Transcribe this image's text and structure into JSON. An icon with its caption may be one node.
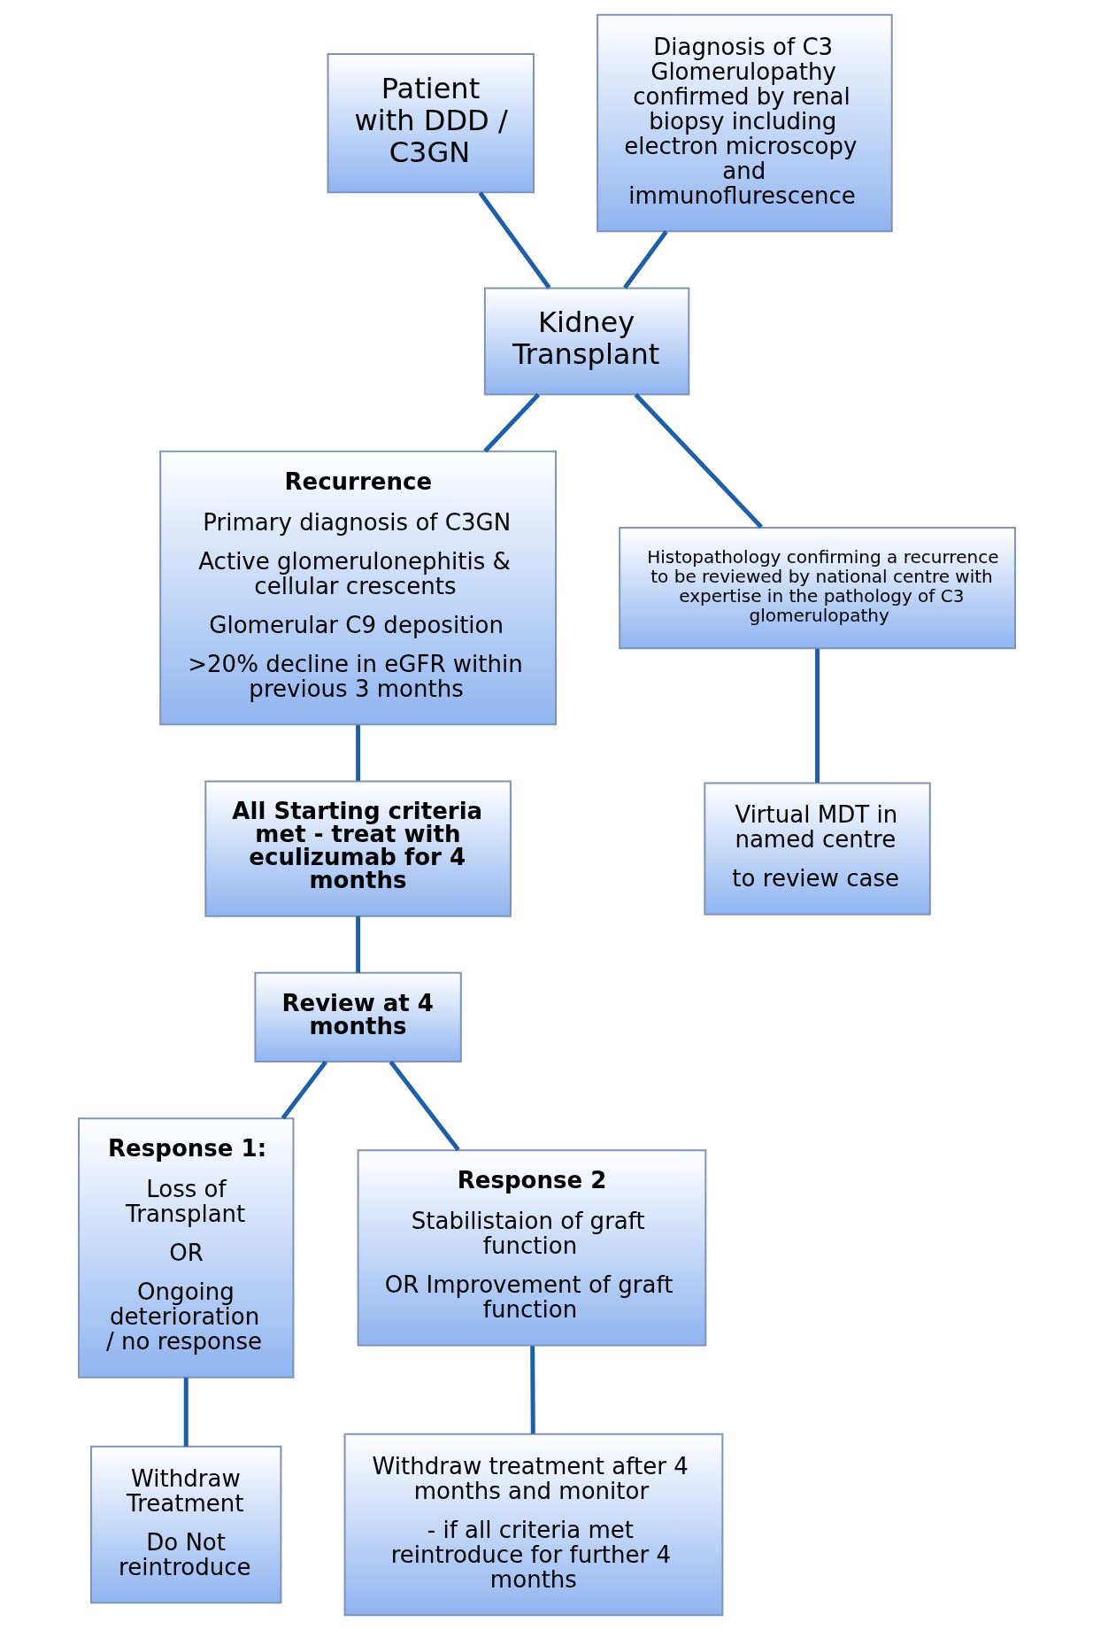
{
  "diagram": {
    "nodes": [
      {
        "text": [
          "Patient with DDD / C3GN"
        ]
      },
      {
        "text": [
          "Diagnosis of C3 Glomerulopathy confirmed by renal biopsy including electron microscopy and immunoflurescence"
        ]
      },
      {
        "text": [
          "Kidney Transplant"
        ]
      },
      {
        "text": [
          "Recurrence",
          "Primary diagnosis of C3GN",
          "Active glomerulonephitis & cellular crescents",
          "Glomerular C9 deposition",
          ">20% decline in eGFR within previous 3 months"
        ]
      },
      {
        "text": [
          "Histopathology confirming a recurrence to be reviewed by national centre with expertise in the pathology of C3 glomerulopathy"
        ]
      },
      {
        "text": [
          "Virtual MDT in named centre",
          "to review case"
        ]
      },
      {
        "text": [
          "All Starting criteria met - treat with eculizumab for 4 months"
        ]
      },
      {
        "text": [
          "Review at 4 months"
        ]
      },
      {
        "text": [
          "Response 1:",
          "Loss of Transplant",
          "OR",
          "Ongoing deterioration / no response"
        ]
      },
      {
        "text": [
          "Response 2",
          "Stabilistaion of graft function",
          "OR Improvement of graft function"
        ]
      },
      {
        "text": [
          "Withdraw Treatment",
          "Do Not reintroduce"
        ]
      },
      {
        "text": [
          "Withdraw treatment after 4 months and monitor",
          "- if all criteria met reintroduce for further 4 months"
        ]
      }
    ],
    "edges": [
      {
        "from": 0,
        "to": 2,
        "arrow": "none"
      },
      {
        "from": 1,
        "to": 2,
        "arrow": "none"
      },
      {
        "from": 2,
        "to": 3,
        "arrow": "none"
      },
      {
        "from": 2,
        "to": 4,
        "arrow": "none"
      },
      {
        "from": 4,
        "to": 5,
        "arrow": "none"
      },
      {
        "from": 3,
        "to": 6,
        "arrow": "none"
      },
      {
        "from": 6,
        "to": 7,
        "arrow": "none"
      },
      {
        "from": 7,
        "to": 8,
        "arrow": "none"
      },
      {
        "from": 7,
        "to": 9,
        "arrow": "none"
      },
      {
        "from": 8,
        "to": 10,
        "arrow": "none"
      },
      {
        "from": 9,
        "to": 11,
        "arrow": "none"
      }
    ]
  }
}
